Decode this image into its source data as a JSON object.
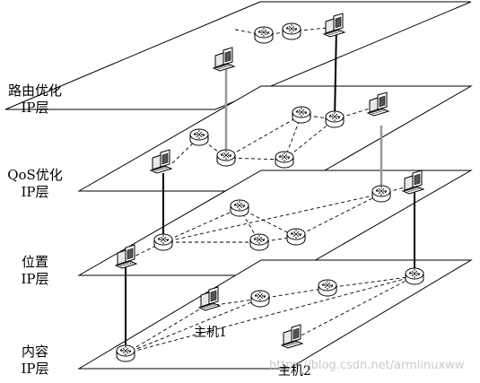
{
  "layers": [
    {
      "id": "routing",
      "label_line1": "路由优化",
      "label_line2": "IP层"
    },
    {
      "id": "qos",
      "label_line1": "QoS优化",
      "label_line2": "IP层"
    },
    {
      "id": "location",
      "label_line1": "位置",
      "label_line2": "IP层"
    },
    {
      "id": "content",
      "label_line1": "内容",
      "label_line2": "IP层"
    }
  ],
  "hosts": {
    "host1": "主机1",
    "host2": "主机2"
  },
  "watermark": "https://blog.csdn.net/armlinuxww",
  "colors": {
    "line": "#000000",
    "gray_link": "#9a9a9a",
    "plane_fill": "#ffffff"
  }
}
